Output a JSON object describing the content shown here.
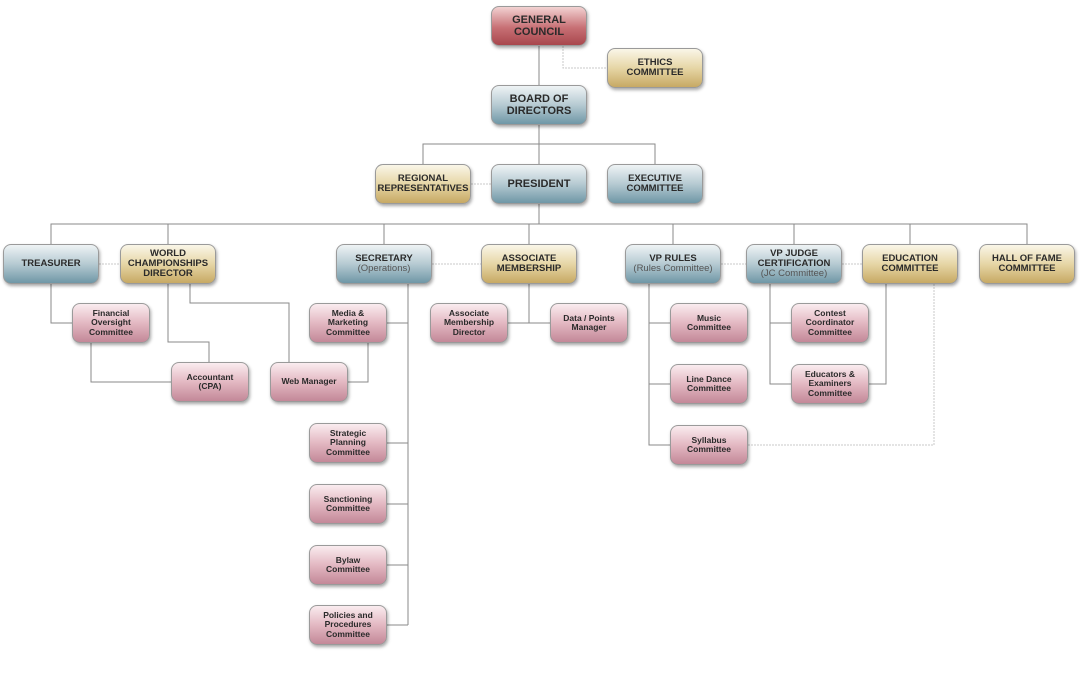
{
  "colors": {
    "line": "#8a8a8a",
    "dotted": "#c8c8c8"
  },
  "nodes": [
    {
      "id": "general-council",
      "lines": [
        "GENERAL",
        "COUNCIL"
      ],
      "color": "red"
    },
    {
      "id": "ethics-committee",
      "lines": [
        "ETHICS",
        "COMMITTEE"
      ],
      "color": "gold"
    },
    {
      "id": "board-of-directors",
      "lines": [
        "BOARD OF",
        "DIRECTORS"
      ],
      "color": "blue"
    },
    {
      "id": "regional-representatives",
      "lines": [
        "REGIONAL",
        "REPRESENTATIVES"
      ],
      "color": "gold"
    },
    {
      "id": "president",
      "lines": [
        "PRESIDENT"
      ],
      "color": "blue"
    },
    {
      "id": "executive-committee",
      "lines": [
        "EXECUTIVE",
        "COMMITTEE"
      ],
      "color": "blue"
    },
    {
      "id": "treasurer",
      "lines": [
        "TREASURER"
      ],
      "color": "blue"
    },
    {
      "id": "world-championships-director",
      "lines": [
        "WORLD",
        "CHAMPIONSHIPS",
        "DIRECTOR"
      ],
      "color": "gold"
    },
    {
      "id": "secretary",
      "lines": [
        "SECRETARY"
      ],
      "sub": "(Operations)",
      "color": "blue"
    },
    {
      "id": "associate-membership",
      "lines": [
        "ASSOCIATE",
        "MEMBERSHIP"
      ],
      "color": "gold"
    },
    {
      "id": "vp-rules",
      "lines": [
        "VP RULES"
      ],
      "sub": "(Rules Committee)",
      "color": "blue"
    },
    {
      "id": "vp-judge-certification",
      "lines": [
        "VP JUDGE",
        "CERTIFICATION"
      ],
      "sub": "(JC Committee)",
      "color": "blue"
    },
    {
      "id": "education-committee",
      "lines": [
        "EDUCATION",
        "COMMITTEE"
      ],
      "color": "gold"
    },
    {
      "id": "hall-of-fame-committee",
      "lines": [
        "HALL OF FAME",
        "COMMITTEE"
      ],
      "color": "gold"
    },
    {
      "id": "financial-oversight-committee",
      "lines": [
        "Financial",
        "Oversight",
        "Committee"
      ],
      "color": "pink"
    },
    {
      "id": "accountant",
      "lines": [
        "Accountant",
        "(CPA)"
      ],
      "color": "pink"
    },
    {
      "id": "media-marketing-committee",
      "lines": [
        "Media &",
        "Marketing",
        "Committee"
      ],
      "color": "pink"
    },
    {
      "id": "web-manager",
      "lines": [
        "Web Manager"
      ],
      "color": "pink"
    },
    {
      "id": "strategic-planning-committee",
      "lines": [
        "Strategic",
        "Planning",
        "Committee"
      ],
      "color": "pink"
    },
    {
      "id": "sanctioning-committee",
      "lines": [
        "Sanctioning",
        "Committee"
      ],
      "color": "pink"
    },
    {
      "id": "bylaw-committee",
      "lines": [
        "Bylaw",
        "Committee"
      ],
      "color": "pink"
    },
    {
      "id": "policies-procedures-committee",
      "lines": [
        "Policies and",
        "Procedures",
        "Committee"
      ],
      "color": "pink"
    },
    {
      "id": "associate-membership-director",
      "lines": [
        "Associate",
        "Membership",
        "Director"
      ],
      "color": "pink"
    },
    {
      "id": "data-points-manager",
      "lines": [
        "Data / Points",
        "Manager"
      ],
      "color": "pink"
    },
    {
      "id": "music-committee",
      "lines": [
        "Music",
        "Committee"
      ],
      "color": "pink"
    },
    {
      "id": "line-dance-committee",
      "lines": [
        "Line Dance",
        "Committee"
      ],
      "color": "pink"
    },
    {
      "id": "syllabus-committee",
      "lines": [
        "Syllabus",
        "Committee"
      ],
      "color": "pink"
    },
    {
      "id": "contest-coordinator-committee",
      "lines": [
        "Contest",
        "Coordinator",
        "Committee"
      ],
      "color": "pink"
    },
    {
      "id": "educators-examiners-committee",
      "lines": [
        "Educators &",
        "Examiners",
        "Committee"
      ],
      "color": "pink"
    }
  ]
}
